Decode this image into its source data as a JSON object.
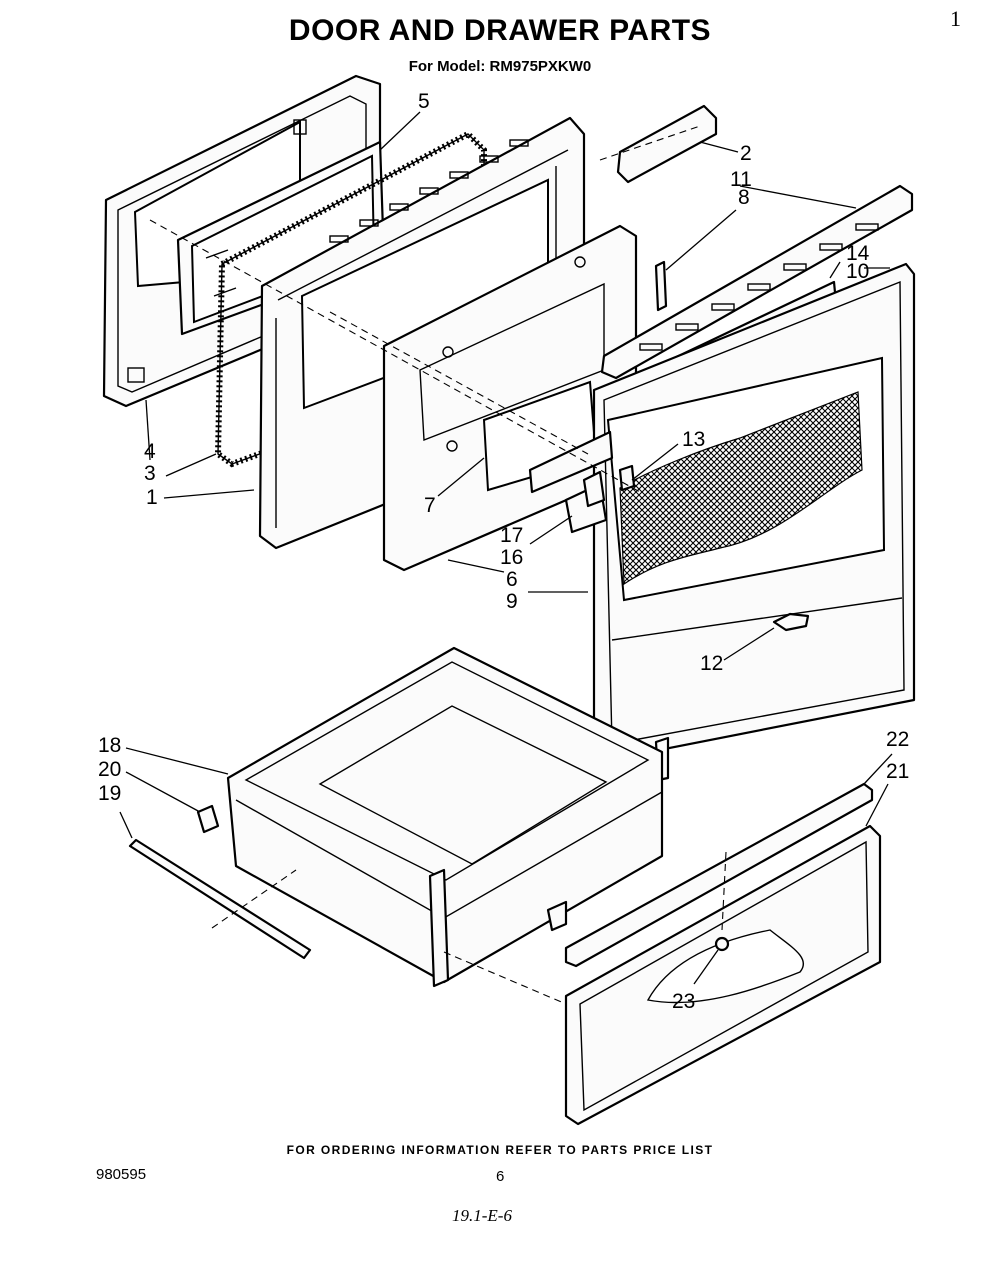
{
  "title": "DOOR AND DRAWER PARTS",
  "model_line": "For Model: RM975PXKW0",
  "corner_mark": "1",
  "footer_note": "FOR ORDERING INFORMATION REFER TO PARTS PRICE LIST",
  "doc_code": "980595",
  "page_number": "6",
  "handwritten_ref": "19.1-E-6",
  "callouts": [
    "1",
    "2",
    "3",
    "4",
    "5",
    "6",
    "7",
    "8",
    "9",
    "10",
    "11",
    "12",
    "13",
    "14",
    "16",
    "17",
    "18",
    "19",
    "20",
    "21",
    "22",
    "23"
  ]
}
